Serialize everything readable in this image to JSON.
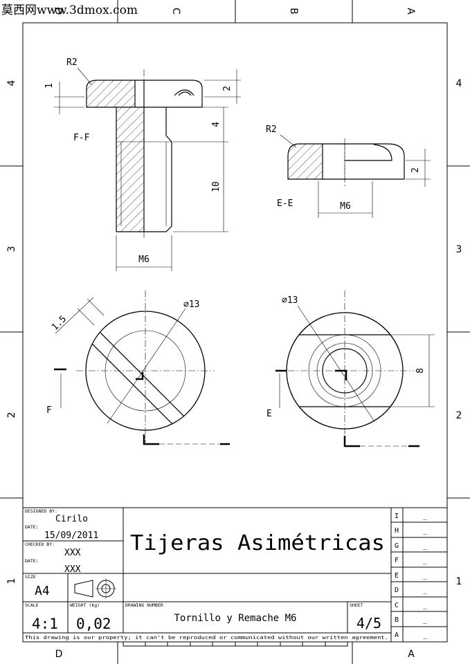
{
  "watermark": "莫西网www.3dmox.com",
  "zones": {
    "top": [
      "D",
      "C",
      "B",
      "A"
    ],
    "bottom": [
      "D",
      "A"
    ],
    "left": [
      "4",
      "3",
      "2",
      "1"
    ],
    "right": [
      "4",
      "3",
      "2",
      "1"
    ]
  },
  "views": {
    "section_ff": {
      "label": "F-F",
      "dim_radius": "R2",
      "dim_head_left": "1",
      "dim_head_right": "2",
      "dim_shank_upper": "4",
      "dim_shank_lower": "10",
      "dim_thread": "M6"
    },
    "section_ee": {
      "label": "E-E",
      "dim_radius": "R2",
      "dim_height": "2",
      "dim_thread": "M6"
    },
    "top_view_left": {
      "dim_diameter": "∅13",
      "dim_slot": "1.5",
      "cut_label": "F"
    },
    "top_view_right": {
      "dim_diameter": "∅13",
      "dim_height": "8",
      "cut_label": "E"
    }
  },
  "title_block": {
    "designed_by_label": "DESIGNED BY:",
    "designed_by": "Cirilo",
    "date_label": "DATE:",
    "date": "15/09/2011",
    "checked_by_label": "CHECKED BY:",
    "checked_by": "XXX",
    "date2_label": "DATE:",
    "date2": "XXX",
    "size_label": "SIZE",
    "size": "A4",
    "scale_label": "SCALE",
    "scale": "4:1",
    "weight_label": "WEIGHT (kg)",
    "weight": "0,02",
    "drawing_number_label": "DRAWING NUMBER",
    "drawing_number": "Tornillo y Remache M6",
    "sheet_label": "SHEET",
    "sheet": "4/5",
    "title": "Tijeras Asimétricas",
    "disclaimer": "This drawing is our property; it can't be reproduced or communicated without our written agreement.",
    "revisions": [
      {
        "letter": "I",
        "value": "_"
      },
      {
        "letter": "H",
        "value": "_"
      },
      {
        "letter": "G",
        "value": "_"
      },
      {
        "letter": "F",
        "value": "_"
      },
      {
        "letter": "E",
        "value": "_"
      },
      {
        "letter": "D",
        "value": "_"
      },
      {
        "letter": "C",
        "value": "_"
      },
      {
        "letter": "B",
        "value": "_"
      },
      {
        "letter": "A",
        "value": "_"
      }
    ]
  }
}
